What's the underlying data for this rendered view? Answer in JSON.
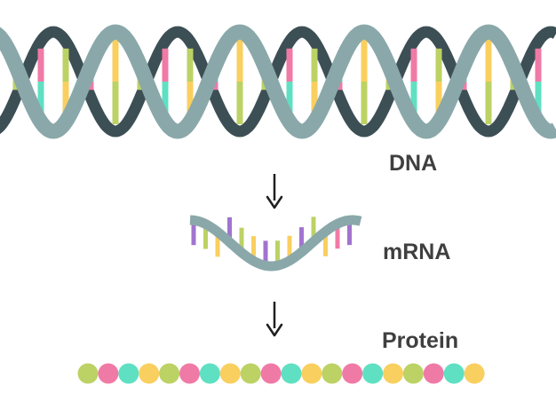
{
  "labels": {
    "dna": "DNA",
    "mrna": "mRNA",
    "protein": "Protein"
  },
  "colors": {
    "strand_light": "#8aa8aa",
    "strand_dark": "#3c4f55",
    "rung_pink": "#f07aa6",
    "rung_teal": "#5fe0c2",
    "rung_yellow": "#f9cf5f",
    "rung_green": "#bcd265",
    "rung_purple": "#a274d0",
    "arrow": "#1f1f1f",
    "text": "#3f3f3f"
  },
  "protein_bead_colors": [
    "green",
    "pink",
    "teal",
    "yellow",
    "green",
    "pink",
    "teal",
    "yellow",
    "green",
    "pink",
    "teal",
    "yellow",
    "green",
    "pink",
    "teal",
    "yellow",
    "green",
    "pink",
    "teal",
    "yellow"
  ],
  "mrna_rung_colors": [
    "purple",
    "green",
    "yellow",
    "purple",
    "green",
    "yellow",
    "purple",
    "green",
    "yellow",
    "purple",
    "green",
    "yellow",
    "pink",
    "purple"
  ]
}
